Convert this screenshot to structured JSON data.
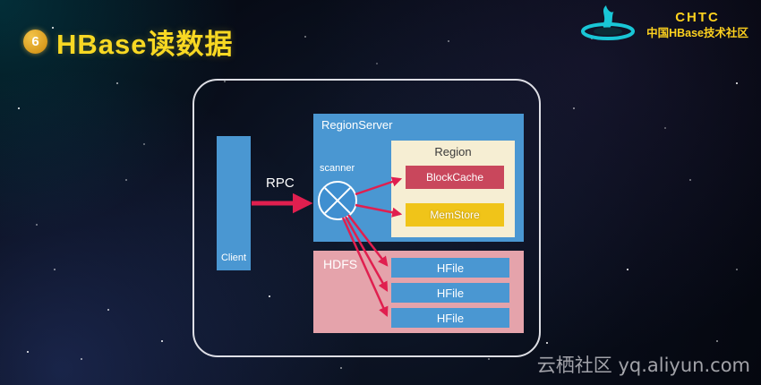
{
  "slide": {
    "badge_number": "6",
    "title": "HBase读数据",
    "watermark": "云栖社区 yq.aliyun.com"
  },
  "logo": {
    "acronym": "CHTC",
    "community_name": "中国HBase技术社区"
  },
  "diagram": {
    "client": {
      "label": "Client"
    },
    "rpc_label": "RPC",
    "regionserver": {
      "label": "RegionServer",
      "scanner_label": "scanner"
    },
    "region": {
      "label": "Region",
      "blockcache_label": "BlockCache",
      "memstore_label": "MemStore"
    },
    "hdfs": {
      "label": "HDFS",
      "hfiles": [
        "HFile",
        "HFile",
        "HFile"
      ]
    }
  },
  "colors": {
    "title_yellow": "#f8d823",
    "box_blue": "#4a97d2",
    "arrow_red": "#e01f4f",
    "region_cream": "#f6eed3",
    "blockcache_red": "#c9475c",
    "memstore_yellow": "#f0c419",
    "hdfs_pink": "#e5a3ab",
    "logo_teal": "#19c6d6"
  }
}
